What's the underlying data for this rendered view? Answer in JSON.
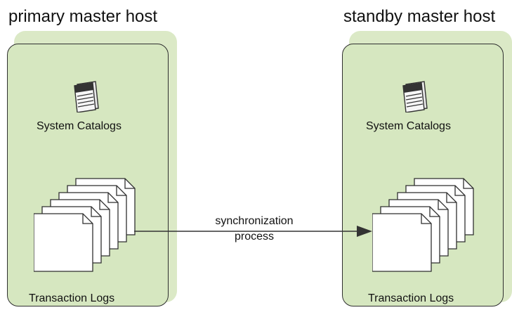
{
  "diagram": {
    "primary": {
      "title": "primary master host",
      "catalog_label": "System Catalogs",
      "logs_label": "Transaction Logs",
      "catalog_icon": "notepad-icon",
      "logs_icon": "document-stack-icon"
    },
    "standby": {
      "title": "standby master host",
      "catalog_label": "System Catalogs",
      "logs_label": "Transaction Logs",
      "catalog_icon": "notepad-icon",
      "logs_icon": "document-stack-icon"
    },
    "connector": {
      "line1": "synchronization",
      "line2": "process"
    },
    "colors": {
      "panel_fill": "#d6e7c0",
      "panel_border": "#2f2f2f",
      "page_fill": "#ffffff",
      "arrow": "#333333"
    }
  }
}
